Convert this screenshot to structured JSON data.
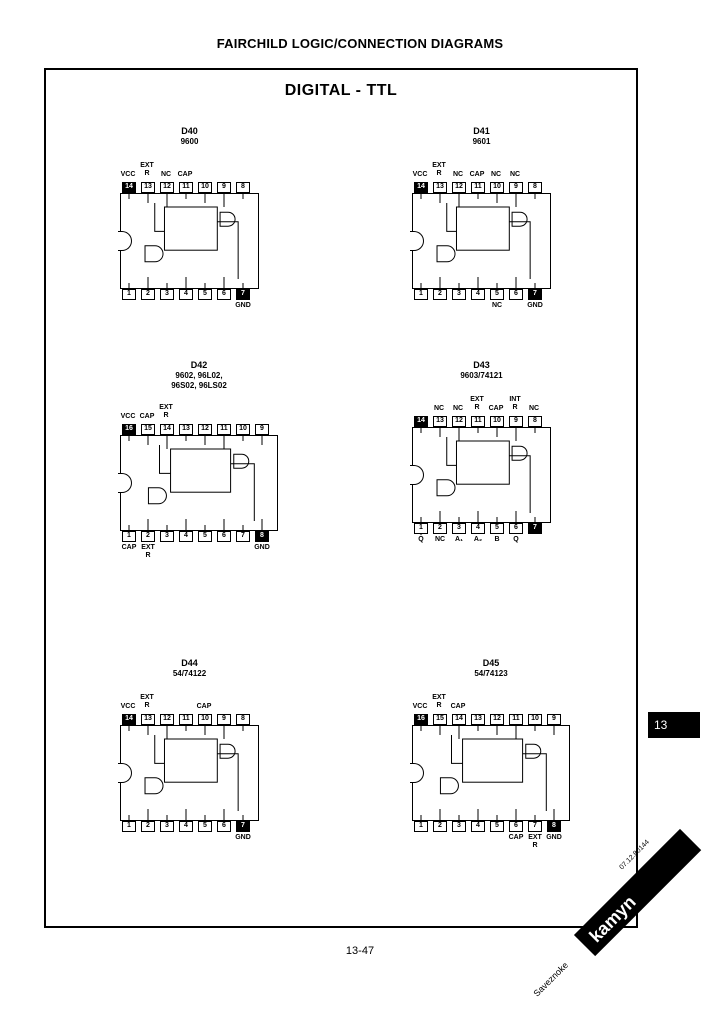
{
  "header": {
    "title": "FAIRCHILD LOGIC/CONNECTION DIAGRAMS"
  },
  "section": {
    "title": "DIGITAL - TTL"
  },
  "side_tab": {
    "label": "13"
  },
  "page_number": "13-47",
  "stamp": {
    "line1": "Saveznoke",
    "line2": "07.12.80144",
    "logo": "kamyn"
  },
  "diagrams": [
    {
      "id": "D40",
      "part": "9600",
      "top_labels": [
        "VCC",
        "EXT R",
        "NC",
        "CAP",
        "",
        "",
        ""
      ],
      "top_pins": [
        "14",
        "13",
        "12",
        "11",
        "10",
        "9",
        "8"
      ],
      "bottom_pins": [
        "1",
        "2",
        "3",
        "4",
        "5",
        "6",
        "7"
      ],
      "bottom_labels": [
        "",
        "",
        "",
        "",
        "",
        "",
        "GND"
      ]
    },
    {
      "id": "D41",
      "part": "9601",
      "top_labels": [
        "VCC",
        "EXT R",
        "NC",
        "CAP",
        "NC",
        "NC",
        ""
      ],
      "top_pins": [
        "14",
        "13",
        "12",
        "11",
        "10",
        "9",
        "8"
      ],
      "bottom_pins": [
        "1",
        "2",
        "3",
        "4",
        "5",
        "6",
        "7"
      ],
      "bottom_labels": [
        "",
        "",
        "",
        "",
        "NC",
        "",
        "GND"
      ]
    },
    {
      "id": "D42",
      "part": "9602, 96L02,\n96S02, 96LS02",
      "top_labels": [
        "VCC",
        "CAP",
        "EXT R",
        "",
        "",
        "",
        "",
        ""
      ],
      "top_pins": [
        "16",
        "15",
        "14",
        "13",
        "12",
        "11",
        "10",
        "9"
      ],
      "bottom_pins": [
        "1",
        "2",
        "3",
        "4",
        "5",
        "6",
        "7",
        "8"
      ],
      "bottom_labels": [
        "CAP",
        "EXT R",
        "",
        "",
        "",
        "",
        "",
        "GND"
      ]
    },
    {
      "id": "D43",
      "part": "9603/74121",
      "top_labels": [
        "",
        "NC",
        "NC",
        "EXT R",
        "CAP",
        "INT R",
        "NC"
      ],
      "top_pins": [
        "14",
        "13",
        "12",
        "11",
        "10",
        "9",
        "8"
      ],
      "bottom_pins": [
        "1",
        "2",
        "3",
        "4",
        "5",
        "6",
        "7"
      ],
      "bottom_labels": [
        "Q̄",
        "NC",
        "A₁",
        "A₂",
        "B",
        "Q",
        ""
      ]
    },
    {
      "id": "D44",
      "part": "54/74122",
      "top_labels": [
        "VCC",
        "EXT R",
        "",
        "",
        "CAP",
        "",
        ""
      ],
      "top_pins": [
        "14",
        "13",
        "12",
        "11",
        "10",
        "9",
        "8"
      ],
      "bottom_pins": [
        "1",
        "2",
        "3",
        "4",
        "5",
        "6",
        "7"
      ],
      "bottom_labels": [
        "",
        "",
        "",
        "",
        "",
        "",
        "GND"
      ]
    },
    {
      "id": "D45",
      "part": "54/74123",
      "top_labels": [
        "VCC",
        "EXT R",
        "CAP",
        "",
        "",
        "",
        "",
        ""
      ],
      "top_pins": [
        "16",
        "15",
        "14",
        "13",
        "12",
        "11",
        "10",
        "9"
      ],
      "bottom_pins": [
        "1",
        "2",
        "3",
        "4",
        "5",
        "6",
        "7",
        "8"
      ],
      "bottom_labels": [
        "",
        "",
        "",
        "",
        "",
        "CAP",
        "EXT R",
        "GND"
      ]
    }
  ]
}
